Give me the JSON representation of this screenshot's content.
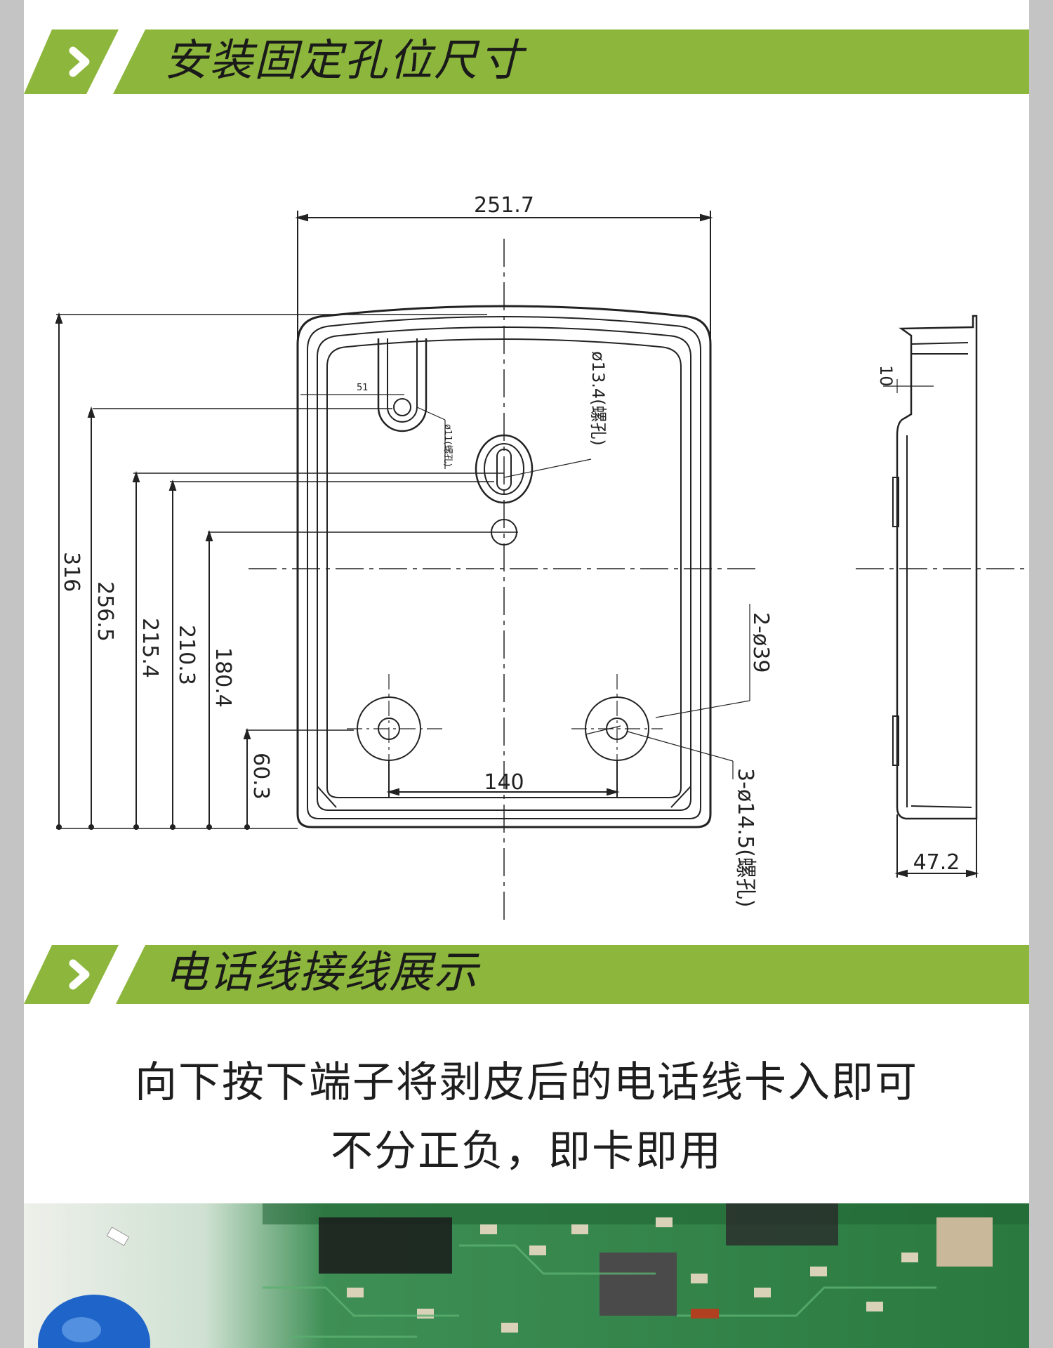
{
  "sections": {
    "mounting": {
      "title": "安装固定孔位尺寸"
    },
    "wiring": {
      "title": "电话线接线展示"
    }
  },
  "drawing": {
    "width_label": "251.7",
    "height_labels": [
      "316",
      "256.5",
      "215.4",
      "210.3",
      "180.4",
      "60.3"
    ],
    "spacing_label": "140",
    "callout_keyhole": "ø13.4(螺孔)",
    "callout_large_holes": "2-ø39",
    "callout_small_holes": "3-ø14.5(螺孔)",
    "callout_slot": "ø11(螺孔)",
    "slot_small_label": "51",
    "side_thickness": "10",
    "side_depth": "47.2"
  },
  "caption": {
    "line1": "向下按下端子将剥皮后的电话线卡入即可",
    "line2": "不分正负，即卡即用"
  },
  "colors": {
    "banner_green": "#8db63c",
    "frame_gray": "#c4c4c4",
    "pcb_green": "#2f8a48"
  }
}
